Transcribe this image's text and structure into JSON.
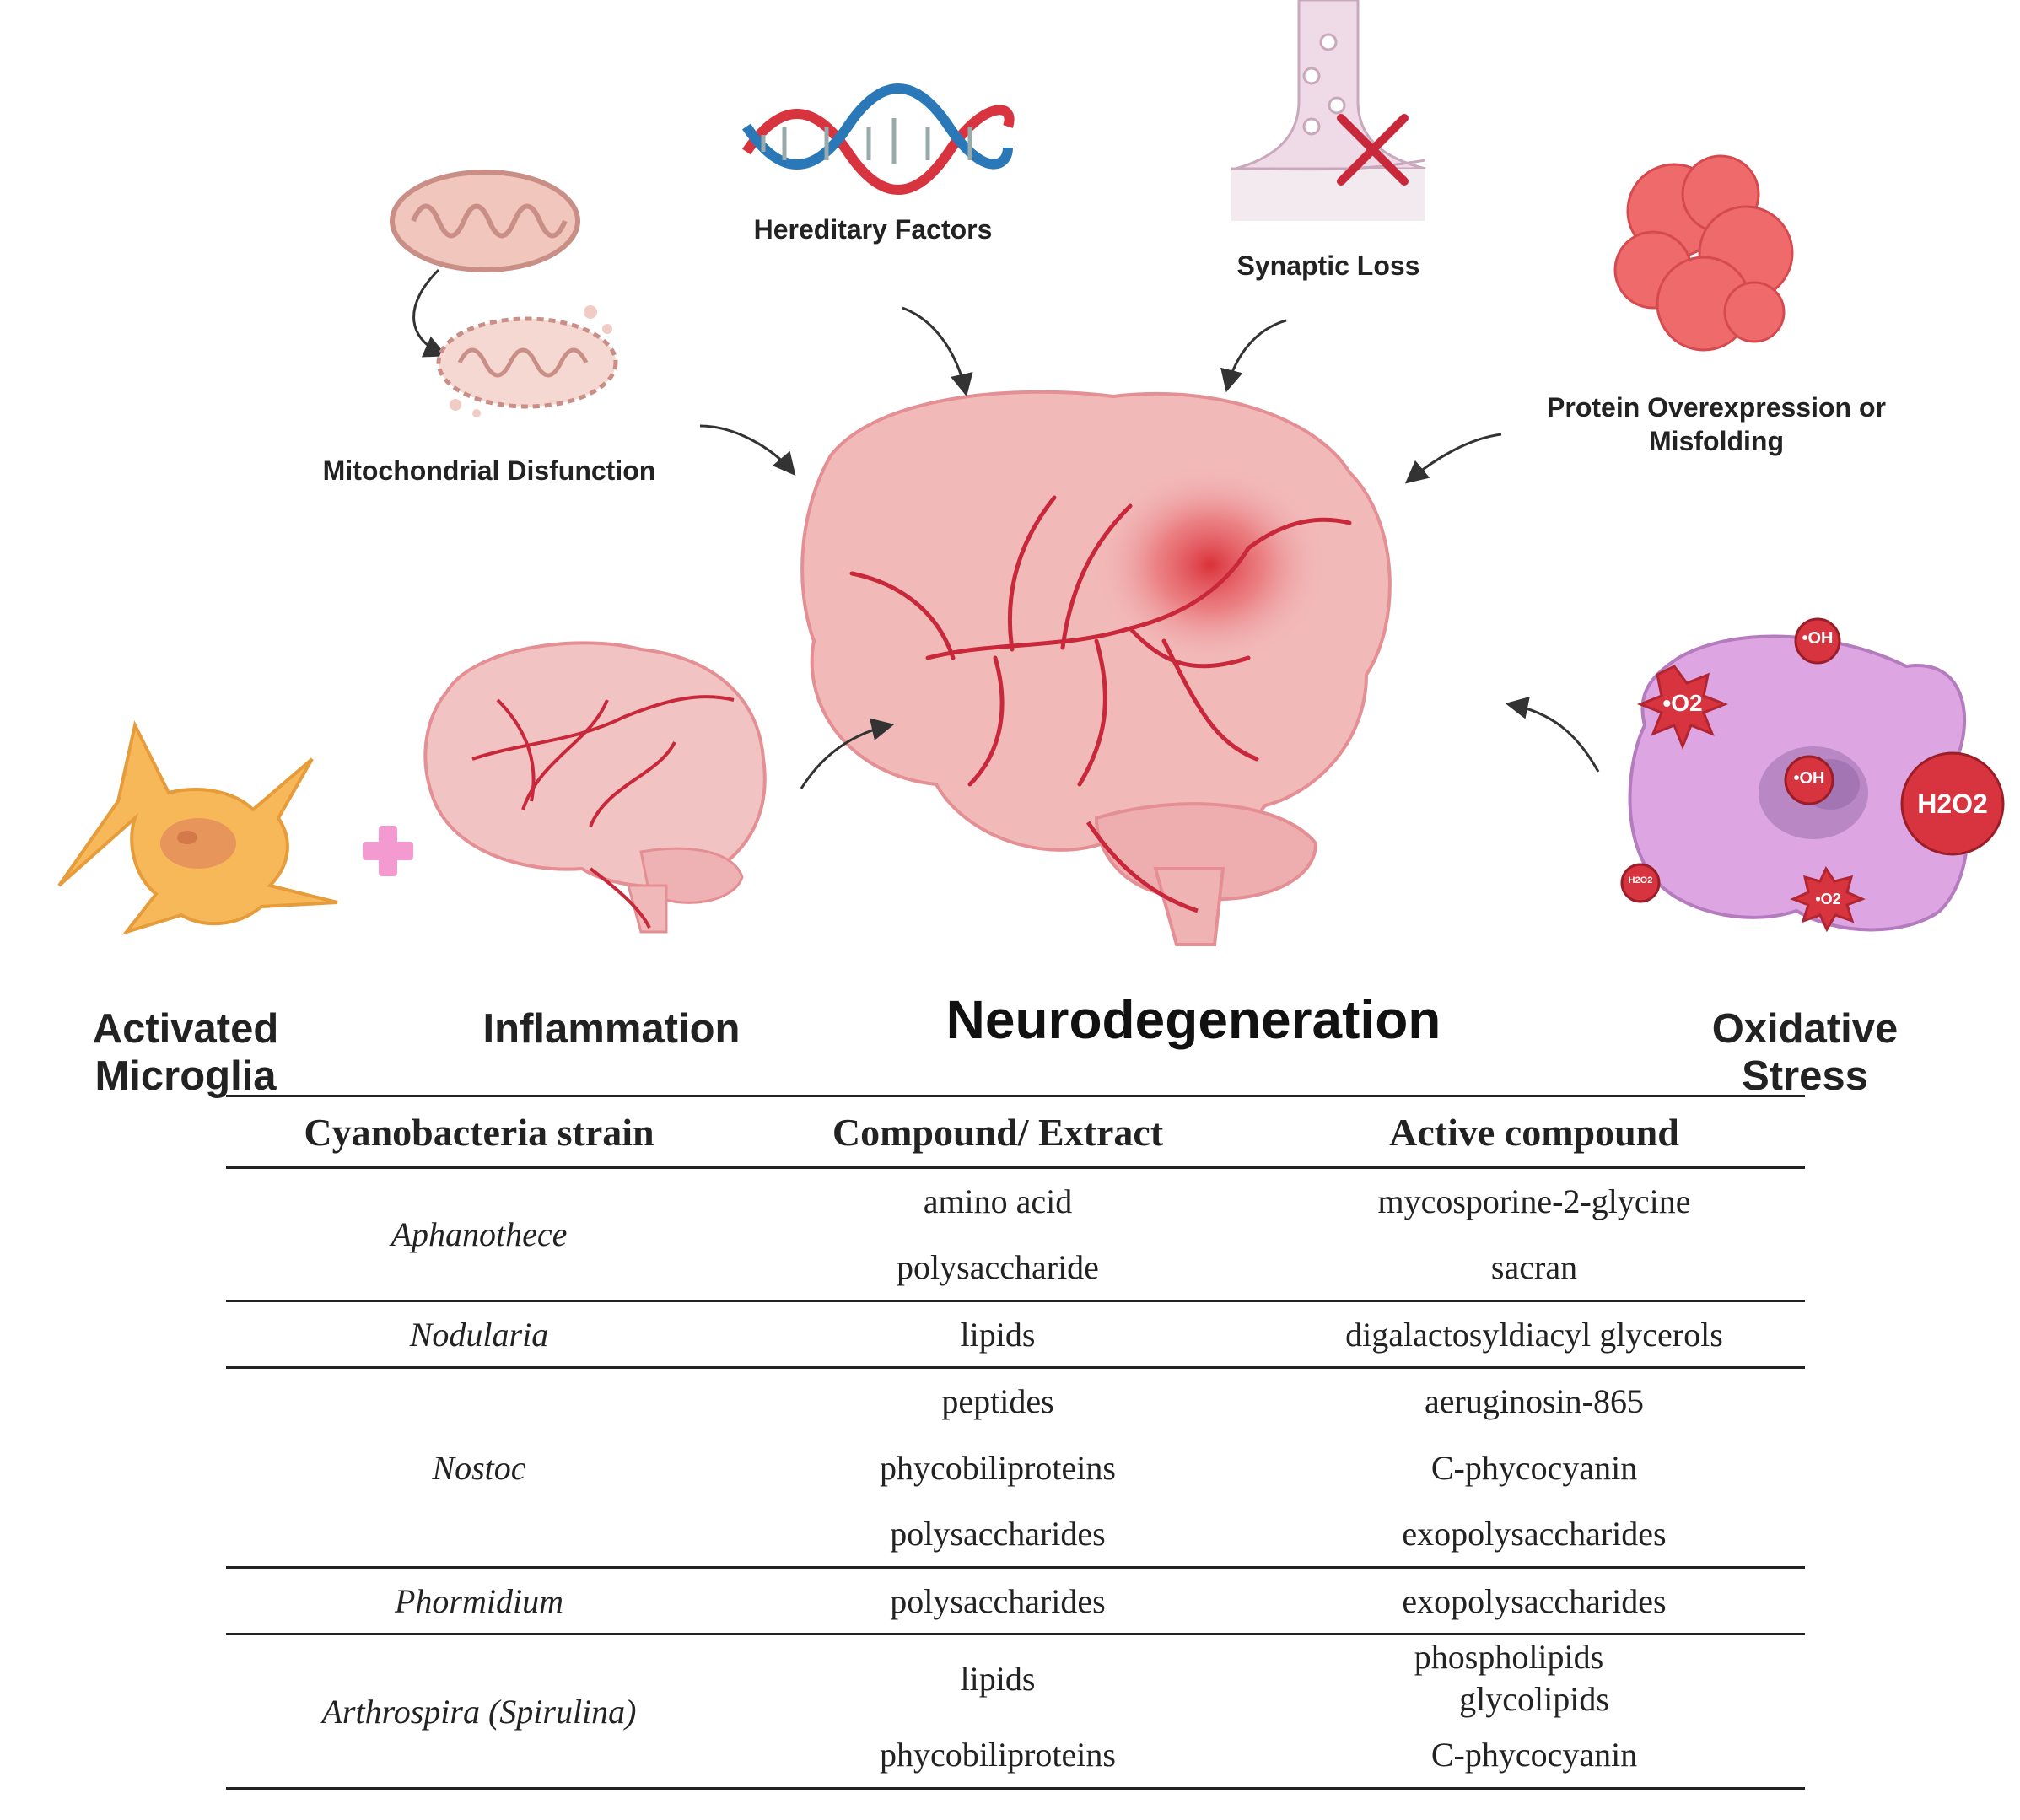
{
  "diagram": {
    "title": "Neurodegeneration",
    "factors": {
      "hereditary": "Hereditary Factors",
      "synaptic": "Synaptic Loss",
      "mitochondrial": "Mitochondrial Disfunction",
      "protein_line1": "Protein Overexpression or",
      "protein_line2": "Misfolding",
      "microglia": "Activated Microglia",
      "inflammation": "Inflammation",
      "oxidative": "Oxidative Stress"
    },
    "ros_labels": {
      "oh": "•OH",
      "o2": "•O2",
      "h2o2": "H2O2"
    },
    "colors": {
      "brain": "#f2b9b9",
      "vessel": "#c9283a",
      "microglia": "#f7b85a",
      "cell": "#d9a3e0",
      "ros": "#d8343f"
    }
  },
  "table": {
    "headers": [
      "Cyanobacteria strain",
      "Compound/ Extract",
      "Active compound"
    ],
    "groups": [
      {
        "strain": "Aphanothece",
        "rows": [
          {
            "compound": "amino acid",
            "active": "mycosporine-2-glycine"
          },
          {
            "compound": "polysaccharide",
            "active": "sacran"
          }
        ]
      },
      {
        "strain": "Nodularia",
        "rows": [
          {
            "compound": "lipids",
            "active": "digalactosyldiacyl glycerols"
          }
        ]
      },
      {
        "strain": "Nostoc",
        "rows": [
          {
            "compound": "peptides",
            "active": "aeruginosin-865"
          },
          {
            "compound": "phycobiliproteins",
            "active": "C-phycocyanin"
          },
          {
            "compound": "polysaccharides",
            "active": "exopolysaccharides"
          }
        ]
      },
      {
        "strain": "Phormidium",
        "rows": [
          {
            "compound": "polysaccharides",
            "active": "exopolysaccharides"
          }
        ]
      },
      {
        "strain": "Arthrospira (Spirulina)",
        "rows": [
          {
            "compound": "lipids",
            "active_line1": "phospholipids",
            "active_line2": "glycolipids"
          },
          {
            "compound": "phycobiliproteins",
            "active": "C-phycocyanin"
          }
        ]
      }
    ]
  }
}
